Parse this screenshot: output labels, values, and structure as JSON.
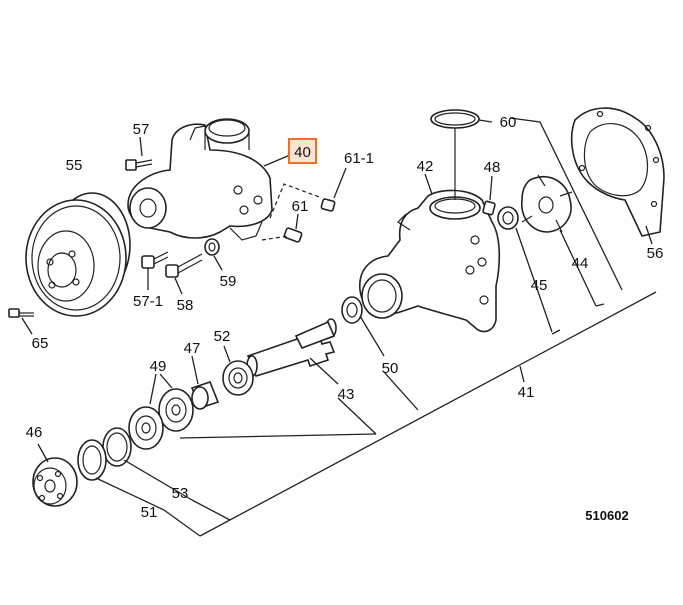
{
  "diagram": {
    "highlight_color": "#e8742a",
    "drawing_code": "510602",
    "labels": {
      "l40": "40",
      "l41": "41",
      "l42": "42",
      "l43": "43",
      "l44": "44",
      "l45": "45",
      "l46": "46",
      "l47": "47",
      "l48": "48",
      "l49": "49",
      "l50": "50",
      "l51": "51",
      "l52": "52",
      "l53": "53",
      "l55": "55",
      "l56": "56",
      "l57": "57",
      "l57_1": "57-1",
      "l58": "58",
      "l59": "59",
      "l60": "60",
      "l61": "61",
      "l61_1": "61-1",
      "l65": "65"
    }
  }
}
